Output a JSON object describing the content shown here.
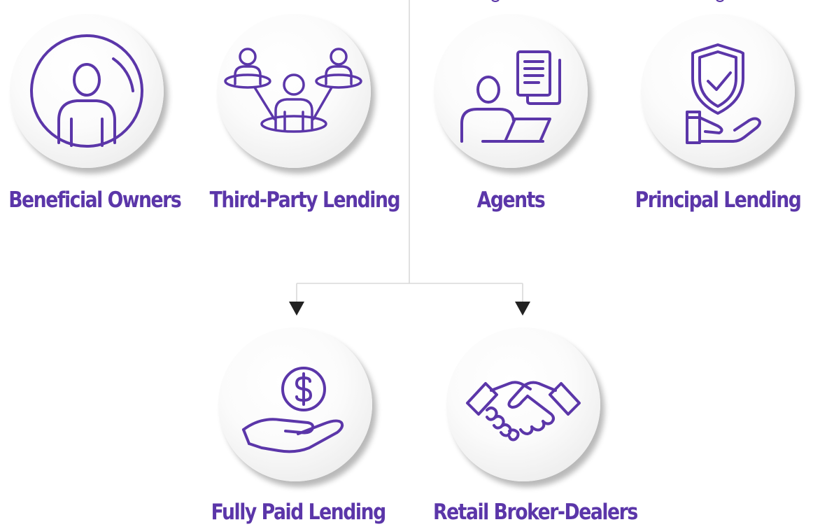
{
  "nodes": [
    {
      "id": "beneficial-owners",
      "label": "Beneficial Owners",
      "icon": "person-in-circle-icon"
    },
    {
      "id": "third-party-lending",
      "label": "Third-Party Lending",
      "icon": "people-network-icon"
    },
    {
      "id": "agents",
      "label": "Agents",
      "icon": "person-with-laptop-documents-icon"
    },
    {
      "id": "principal-lending",
      "label": "Principal Lending",
      "icon": "shield-check-hand-icon"
    },
    {
      "id": "fully-paid-lending",
      "label": "Fully Paid Lending",
      "icon": "dollar-coin-hand-icon"
    },
    {
      "id": "retail-broker-dealers",
      "label": "Retail Broker-Dealers",
      "icon": "handshake-icon"
    }
  ],
  "colors": {
    "accent": "#5b36a9",
    "connector": "#d9d9d9",
    "arrowhead": "#222222"
  }
}
